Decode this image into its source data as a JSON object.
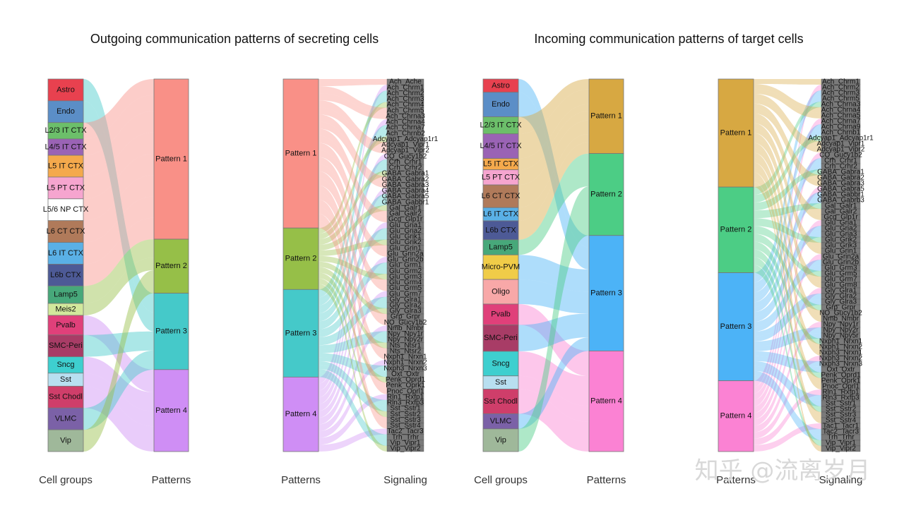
{
  "watermark": "知乎 @流离岁月",
  "chart_data": [
    {
      "type": "alluvial",
      "title": "Outgoing communication patterns of secreting cells",
      "axis_labels": [
        "Cell groups",
        "Patterns",
        "Patterns",
        "Signaling"
      ],
      "cell_groups": [
        {
          "name": "Astro",
          "size": 1.0,
          "color": "#e8414f",
          "pattern": 3
        },
        {
          "name": "Endo",
          "size": 1.0,
          "color": "#5b8ec7",
          "pattern": 3
        },
        {
          "name": "L2/3 IT CTX",
          "size": 0.75,
          "color": "#6cbf6a",
          "pattern": 1
        },
        {
          "name": "L4/5 IT CTX",
          "size": 0.75,
          "color": "#9a63b5",
          "pattern": 1
        },
        {
          "name": "L5 IT CTX",
          "size": 1.0,
          "color": "#f4a94c",
          "pattern": 1
        },
        {
          "name": "L5 PT CTX",
          "size": 1.0,
          "color": "#f6a5cf",
          "pattern": 1
        },
        {
          "name": "L5/6 NP CTX",
          "size": 1.0,
          "color": "#ffffff",
          "pattern": 1
        },
        {
          "name": "L6 CT CTX",
          "size": 1.0,
          "color": "#b07a5a",
          "pattern": 1
        },
        {
          "name": "L6 IT CTX",
          "size": 1.0,
          "color": "#5ab0e6",
          "pattern": 1
        },
        {
          "name": "L6b CTX",
          "size": 1.0,
          "color": "#4d5a96",
          "pattern": 1
        },
        {
          "name": "Lamp5",
          "size": 0.8,
          "color": "#47a87a",
          "pattern": 2
        },
        {
          "name": "Meis2",
          "size": 0.55,
          "color": "#d2e89c",
          "pattern": 2
        },
        {
          "name": "Pvalb",
          "size": 0.9,
          "color": "#e0407a",
          "pattern": 4
        },
        {
          "name": "SMC-Peri",
          "size": 1.0,
          "color": "#a83c66",
          "pattern": 3
        },
        {
          "name": "Sncg",
          "size": 0.75,
          "color": "#3ecfcf",
          "pattern": 4
        },
        {
          "name": "Sst",
          "size": 0.6,
          "color": "#b8dff0",
          "pattern": 4
        },
        {
          "name": "Sst Chodl",
          "size": 1.0,
          "color": "#cf3e6a",
          "pattern": 4
        },
        {
          "name": "VLMC",
          "size": 1.0,
          "color": "#7b61a7",
          "pattern": 3
        },
        {
          "name": "Vip",
          "size": 1.0,
          "color": "#9fb89a",
          "pattern": 2
        }
      ],
      "patterns": [
        {
          "name": "Pattern 1",
          "size": 0.43,
          "color": "#f99087"
        },
        {
          "name": "Pattern 2",
          "size": 0.145,
          "color": "#96bf48"
        },
        {
          "name": "Pattern 3",
          "size": 0.205,
          "color": "#45c9c9"
        },
        {
          "name": "Pattern 4",
          "size": 0.22,
          "color": "#cf8ef5"
        }
      ],
      "patterns_right": [
        {
          "name": "Pattern 1",
          "size": 0.4
        },
        {
          "name": "Pattern 2",
          "size": 0.165
        },
        {
          "name": "Pattern 3",
          "size": 0.235
        },
        {
          "name": "Pattern 4",
          "size": 0.2
        }
      ],
      "signaling": [
        "Ach_Ache",
        "Ach_Chrm1",
        "Ach_Chrm2",
        "Ach_Chrm3",
        "Ach_Chrm4",
        "Ach_Chrm5",
        "Ach_Chrna3",
        "Ach_Chrna4",
        "Ach_Chrna7",
        "Ach_Chrnb2",
        "Adcyap1_Adcyap1r1",
        "Adcyap1_Vipr1",
        "Adcyap1_Vipr2",
        "CO_Gucy1b2",
        "Crh_Crhr1",
        "Crh_Crhr2",
        "GABA_Gabra1",
        "GABA_Gabra2",
        "GABA_Gabra3",
        "GABA_Gabra4",
        "GABA_Gabra5",
        "GABA_Gabbr1",
        "Gal_Galr1",
        "Gal_Galr2",
        "Gcg_Glp1r",
        "Glu_Gria1",
        "Glu_Gria2",
        "Glu_Grik1",
        "Glu_Grik2",
        "Glu_Grin1",
        "Glu_Grin2a",
        "Glu_Grin2b",
        "Glu_Grm1",
        "Glu_Grm2",
        "Glu_Grm3",
        "Glu_Grm4",
        "Glu_Grm5",
        "Glu_Grm7",
        "Gly_Glra1",
        "Gly_Glra2",
        "Gly_Glra3",
        "Grp_Grpr",
        "NO_Gucy1b2",
        "Nmb_Nmbr",
        "Npy_Npy1r",
        "Npy_Npy2r",
        "Nts_Ntsr1",
        "Nts_Ntsr2",
        "Nxph1_Nrxn1",
        "Nxph1_Nrxn2",
        "Nxph3_Nrxn3",
        "Oxt_Oxtr",
        "Penk_Oprd1",
        "Penk_Oprk1",
        "Pnoc_Oprl1",
        "Rln1_Rxfp1",
        "Rln3_Rxfp3",
        "Sst_Sstr1",
        "Sst_Sstr2",
        "Sst_Sstr3",
        "Sst_Sstr4",
        "Tac2_Tacr3",
        "Trh_Trhr",
        "Vip_Vipr1",
        "Vip_Vipr2"
      ]
    },
    {
      "type": "alluvial",
      "title": "Incoming communication patterns of target cells",
      "axis_labels": [
        "Cell groups",
        "Patterns",
        "Patterns",
        "Signaling"
      ],
      "cell_groups": [
        {
          "name": "Astro",
          "size": 0.7,
          "color": "#e8414f",
          "pattern": 3
        },
        {
          "name": "Endo",
          "size": 1.3,
          "color": "#5b8ec7",
          "pattern": 3
        },
        {
          "name": "L2/3 IT CTX",
          "size": 0.9,
          "color": "#6cbf6a",
          "pattern": 1
        },
        {
          "name": "L4/5 IT CTX",
          "size": 1.3,
          "color": "#9a63b5",
          "pattern": 1
        },
        {
          "name": "L5 IT CTX",
          "size": 0.6,
          "color": "#f4a94c",
          "pattern": 1
        },
        {
          "name": "L5 PT CTX",
          "size": 0.8,
          "color": "#f6a5cf",
          "pattern": 1
        },
        {
          "name": "L6 CT CTX",
          "size": 1.2,
          "color": "#b07a5a",
          "pattern": 1
        },
        {
          "name": "L6 IT CTX",
          "size": 0.7,
          "color": "#5ab0e6",
          "pattern": 1
        },
        {
          "name": "L6b CTX",
          "size": 1.0,
          "color": "#4d5a96",
          "pattern": 1
        },
        {
          "name": "Lamp5",
          "size": 0.8,
          "color": "#47a87a",
          "pattern": 2
        },
        {
          "name": "Micro-PVM",
          "size": 1.3,
          "color": "#f0cc48",
          "pattern": 3
        },
        {
          "name": "Oligo",
          "size": 1.3,
          "color": "#f8a8a8",
          "pattern": 3
        },
        {
          "name": "Pvalb",
          "size": 1.1,
          "color": "#e0407a",
          "pattern": 4
        },
        {
          "name": "SMC-Peri",
          "size": 1.4,
          "color": "#a83c66",
          "pattern": 3
        },
        {
          "name": "Sncg",
          "size": 1.3,
          "color": "#3ecfcf",
          "pattern": 4
        },
        {
          "name": "Sst",
          "size": 0.7,
          "color": "#b8dff0",
          "pattern": 4
        },
        {
          "name": "Sst Chodl",
          "size": 1.3,
          "color": "#cf3e6a",
          "pattern": 4
        },
        {
          "name": "VLMC",
          "size": 0.8,
          "color": "#7b61a7",
          "pattern": 3
        },
        {
          "name": "Vip",
          "size": 1.2,
          "color": "#9fb89a",
          "pattern": 2
        }
      ],
      "patterns": [
        {
          "name": "Pattern 1",
          "size": 0.2,
          "color": "#d7a842"
        },
        {
          "name": "Pattern 2",
          "size": 0.22,
          "color": "#4ccd85"
        },
        {
          "name": "Pattern 3",
          "size": 0.31,
          "color": "#4cb3f7"
        },
        {
          "name": "Pattern 4",
          "size": 0.27,
          "color": "#fb82d3"
        }
      ],
      "patterns_right": [
        {
          "name": "Pattern 1",
          "size": 0.29
        },
        {
          "name": "Pattern 2",
          "size": 0.23
        },
        {
          "name": "Pattern 3",
          "size": 0.29
        },
        {
          "name": "Pattern 4",
          "size": 0.19
        }
      ],
      "signaling": [
        "Ach_Chrm1",
        "Ach_Chrm2",
        "Ach_Chrm3",
        "Ach_Chrm5",
        "Ach_Chrna3",
        "Ach_Chrna4",
        "Ach_Chrna5",
        "Ach_Chrna7",
        "Ach_Chrna9",
        "Ach_Chrnb1",
        "Adcyap1_Adcyap1r1",
        "Adcyap1_Vipr1",
        "Adcyap1_Vipr2",
        "CO_Gucy1b2",
        "Crh_Crhr1",
        "Crh_Crhr2",
        "GABA_Gabra1",
        "GABA_Gabra2",
        "GABA_Gabra3",
        "GABA_Gabra5",
        "GABA_Gabbr1",
        "GABA_Gabrb3",
        "Gal_Galr1",
        "Gal_Galr2",
        "Gcg_Glp1r",
        "Glu_Gria1",
        "Glu_Gria2",
        "Glu_Gria3",
        "Glu_Grik2",
        "Glu_Grik3",
        "Glu_Grin1",
        "Glu_Grin2a",
        "Glu_Grin2b",
        "Glu_Grm3",
        "Glu_Grm5",
        "Glu_Grm7",
        "Glu_Grm8",
        "Gly_Glra1",
        "Gly_Glra2",
        "Gly_Glra3",
        "Grp_Grpr",
        "NO_Gucy1b2",
        "Nmb_Nmbr",
        "Npy_Npy1r",
        "Npy_Npy2r",
        "Npy_Npy5r",
        "Nxph1_Nrxn1",
        "Nxph1_Nrxn2",
        "Nxph3_Nrxn1",
        "Nxph3_Nrxn2",
        "Nxph3_Nrxn3",
        "Oxt_Oxtr",
        "Penk_Oprd1",
        "Penk_Oprk1",
        "Pnoc_Oprl1",
        "Rln1_Rxfp1",
        "Rln3_Rxfp3",
        "Sst_Sstr1",
        "Sst_Sstr2",
        "Sst_Sstr3",
        "Sst_Sstr4",
        "Tac1_Tacr1",
        "Tac2_Tacr3",
        "Trh_Trhr",
        "Vip_Vipr1",
        "Vip_Vipr2"
      ]
    }
  ]
}
